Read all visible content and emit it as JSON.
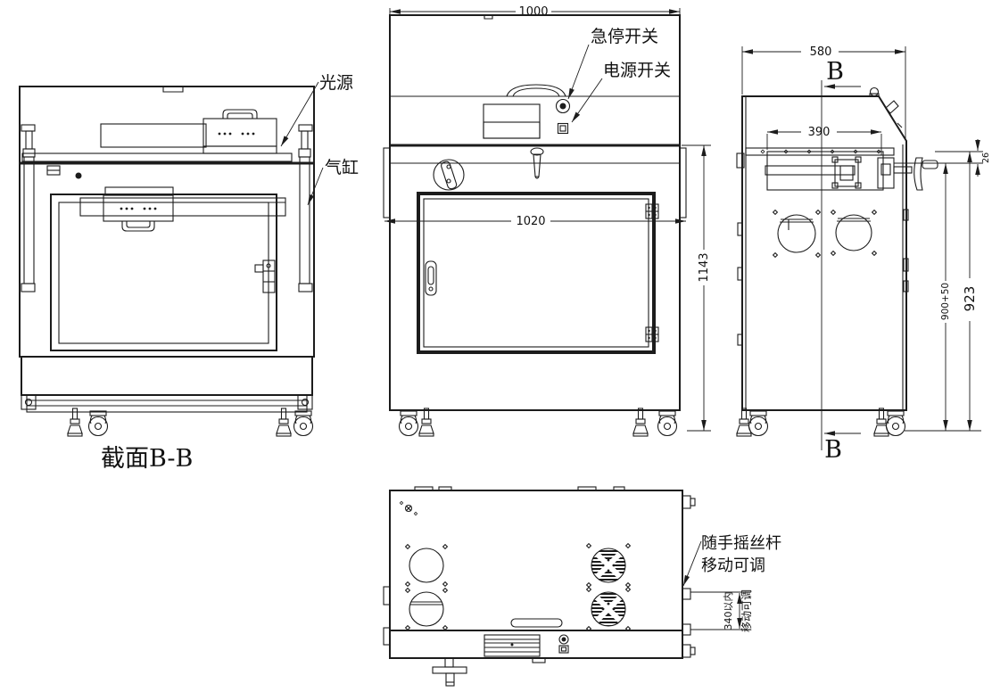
{
  "title": "equipment-three-view-engineering-drawing",
  "colors": {
    "line": "#1c1c1c",
    "bg": "#ffffff"
  },
  "section_view": {
    "caption": "截面B-B",
    "light_source_label": "光源",
    "air_cylinder_label": "气缸"
  },
  "front_view": {
    "estop_label": "急停开关",
    "power_label": "电源开关",
    "dim_width": "1000",
    "dim_inner_width": "1020",
    "dim_height": "1143"
  },
  "side_view": {
    "dim_depth": "580",
    "dim_table": "390",
    "dim_lip": "26",
    "dim_travel": "900+50",
    "dim_total_height": "923",
    "section_mark_top": "B",
    "section_mark_bottom": "B"
  },
  "top_view": {
    "screw_note_line1": "随手摇丝杆",
    "screw_note_line2": "移动可调",
    "travel_dim_line1": "340以内",
    "travel_dim_line2": "移动可调"
  }
}
